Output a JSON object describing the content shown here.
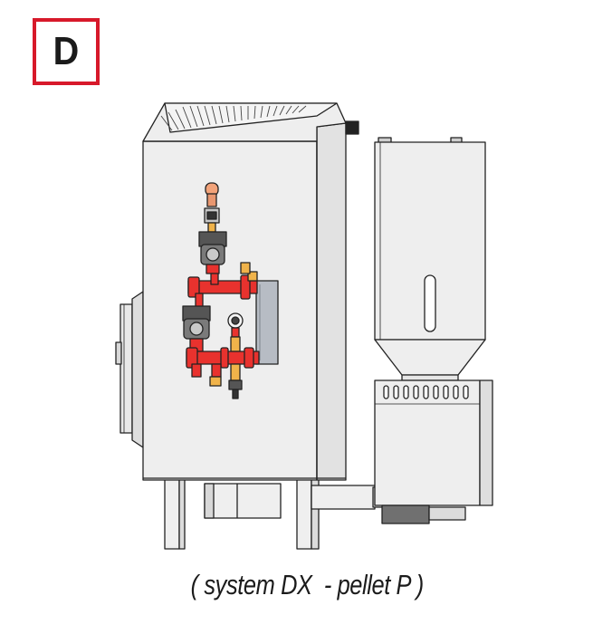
{
  "badge": {
    "letter": "D"
  },
  "caption": "( system DX  - pellet P )",
  "colors": {
    "accent": "#d7192a",
    "panel": "#eeeeee",
    "outline": "#222222",
    "pipe": "#e8322e",
    "pump": "#777777",
    "exchanger": "#b7bcc4",
    "fitting": "#f0b34a"
  },
  "icons": [
    "boiler-body",
    "heat-exchanger",
    "pump-icon",
    "gauge-icon",
    "pellet-hopper",
    "burner-unit"
  ]
}
